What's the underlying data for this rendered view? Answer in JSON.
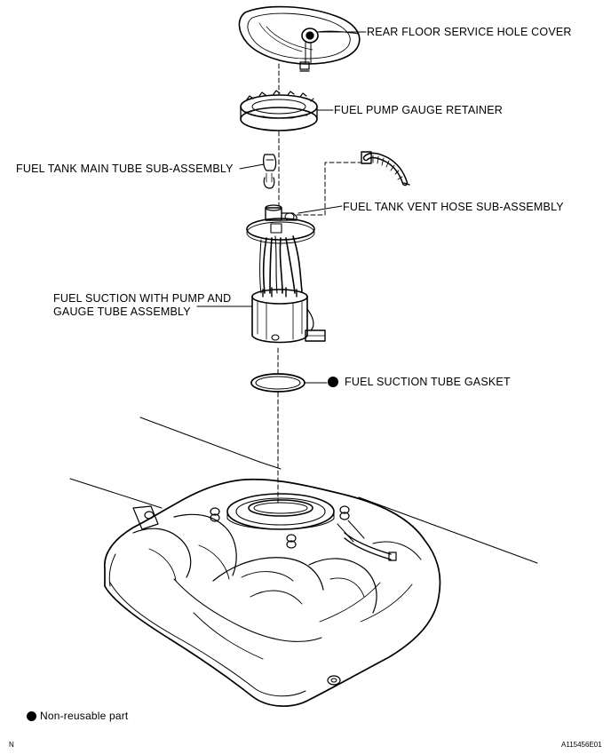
{
  "labels": {
    "rear_floor_cover": "REAR FLOOR SERVICE HOLE COVER",
    "gauge_retainer": "FUEL PUMP GAUGE RETAINER",
    "main_tube": "FUEL TANK MAIN TUBE SUB-ASSEMBLY",
    "vent_hose": "FUEL TANK VENT HOSE SUB-ASSEMBLY",
    "suction_line1": "FUEL SUCTION WITH PUMP AND",
    "suction_line2": "GAUGE TUBE ASSEMBLY",
    "gasket": "FUEL SUCTION TUBE GASKET"
  },
  "legend": {
    "non_reusable": "Non-reusable part"
  },
  "footer": {
    "left_mark": "N",
    "figure_id": "A115456E01"
  }
}
